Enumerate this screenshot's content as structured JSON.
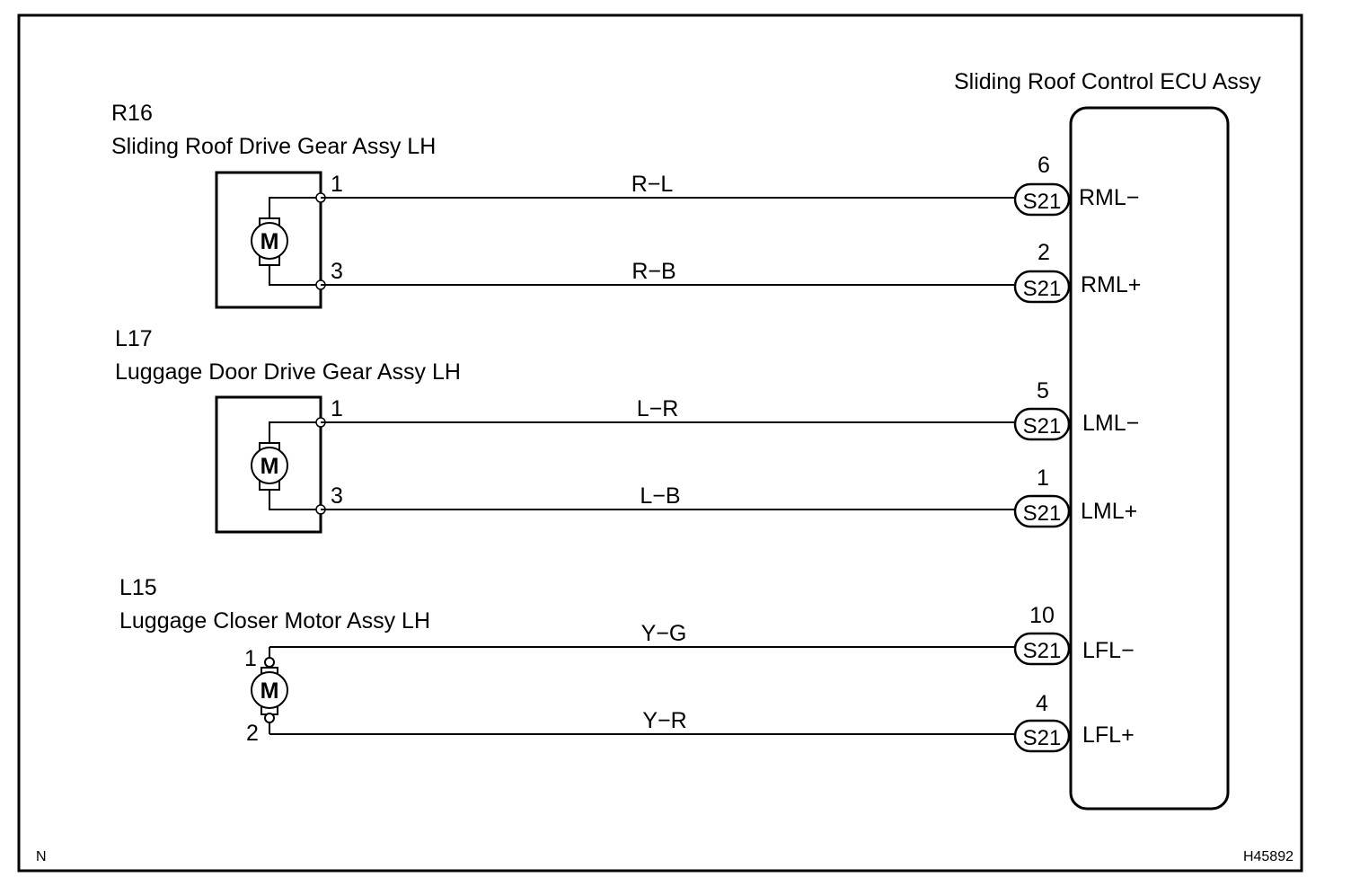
{
  "ecu": {
    "title": "Sliding Roof Control ECU Assy",
    "connector": "S21"
  },
  "components": [
    {
      "code": "R16",
      "name": "Sliding Roof Drive Gear Assy LH",
      "motor_label": "M",
      "pin_a": "1",
      "pin_b": "3"
    },
    {
      "code": "L17",
      "name": "Luggage Door Drive Gear Assy LH",
      "motor_label": "M",
      "pin_a": "1",
      "pin_b": "3"
    },
    {
      "code": "L15",
      "name": "Luggage Closer Motor Assy LH",
      "motor_label": "M",
      "pin_a": "1",
      "pin_b": "2"
    }
  ],
  "wires": [
    {
      "color_code": "R−L",
      "ecu_pin": "6",
      "terminal": "RML−"
    },
    {
      "color_code": "R−B",
      "ecu_pin": "2",
      "terminal": "RML+"
    },
    {
      "color_code": "L−R",
      "ecu_pin": "5",
      "terminal": "LML−"
    },
    {
      "color_code": "L−B",
      "ecu_pin": "1",
      "terminal": "LML+"
    },
    {
      "color_code": "Y−G",
      "ecu_pin": "10",
      "terminal": "LFL−"
    },
    {
      "color_code": "Y−R",
      "ecu_pin": "4",
      "terminal": "LFL+"
    }
  ],
  "footer": {
    "left_mark": "N",
    "figure_id": "H45892"
  }
}
